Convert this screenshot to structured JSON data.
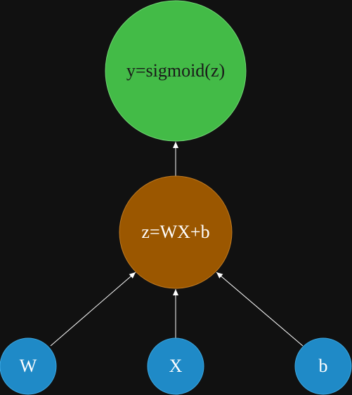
{
  "nodes": {
    "output": {
      "label": "y=sigmoid(z)",
      "fill": "#43bb47",
      "text_color": "#1a1a1a"
    },
    "linear": {
      "label": "z=WX+b",
      "fill": "#9b5700",
      "text_color": "#ffffff"
    },
    "input_w": {
      "label": "W",
      "fill": "#1f8ac7",
      "text_color": "#ffffff"
    },
    "input_x": {
      "label": "X",
      "fill": "#1f8ac7",
      "text_color": "#ffffff"
    },
    "input_b": {
      "label": "b",
      "fill": "#1f8ac7",
      "text_color": "#ffffff"
    }
  },
  "edges": [
    {
      "from": "input_w",
      "to": "linear"
    },
    {
      "from": "input_x",
      "to": "linear"
    },
    {
      "from": "input_b",
      "to": "linear"
    },
    {
      "from": "linear",
      "to": "output"
    }
  ],
  "colors": {
    "background": "#111111",
    "edge": "#ffffff"
  }
}
